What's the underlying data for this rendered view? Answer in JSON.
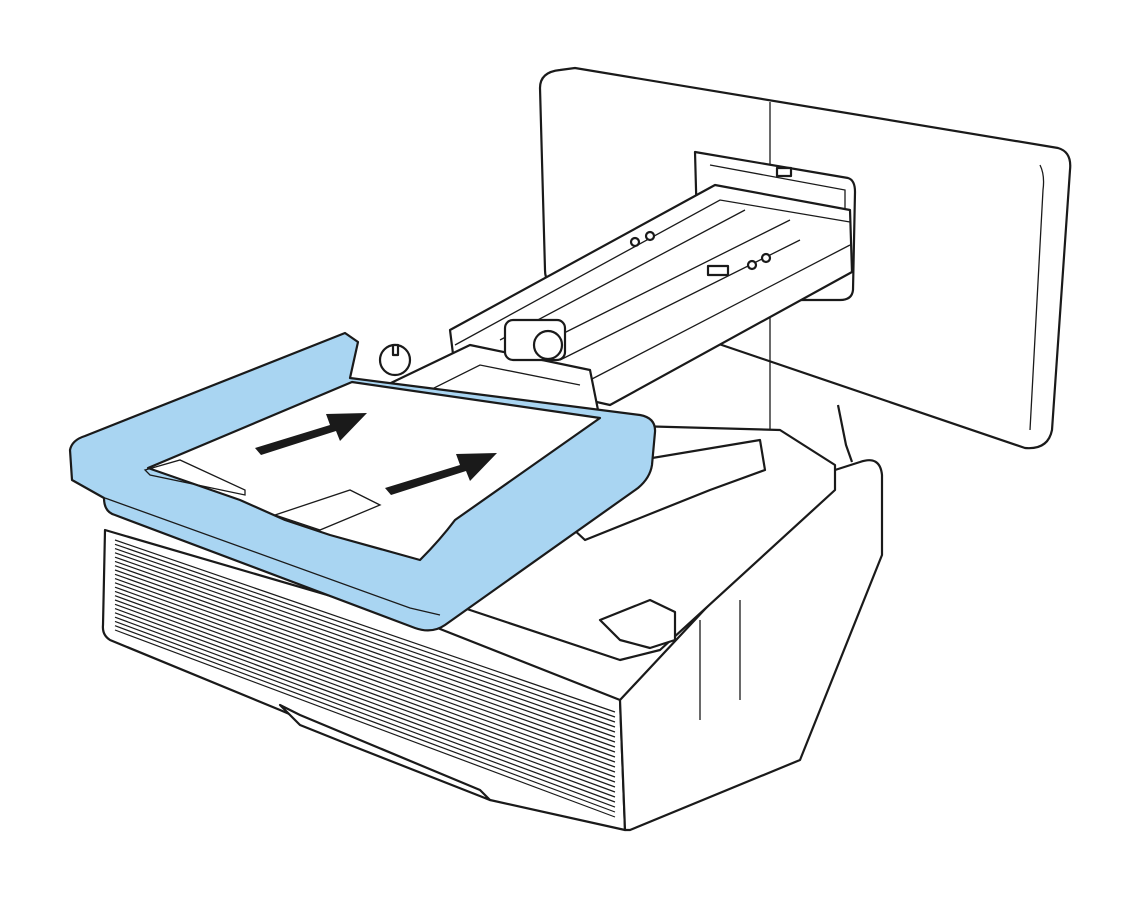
{
  "figure": {
    "colors": {
      "cover": "#a9d5f2",
      "line": "#1a1a1a",
      "background": "#ffffff",
      "arrow": "#1a1a1a"
    },
    "parts": [
      "wall-plate",
      "slide-arm",
      "projector-body",
      "cover"
    ],
    "arrows": [
      {
        "direction": "insert",
        "icon": "arrow-right-icon"
      },
      {
        "direction": "insert",
        "icon": "arrow-right-icon"
      }
    ]
  }
}
